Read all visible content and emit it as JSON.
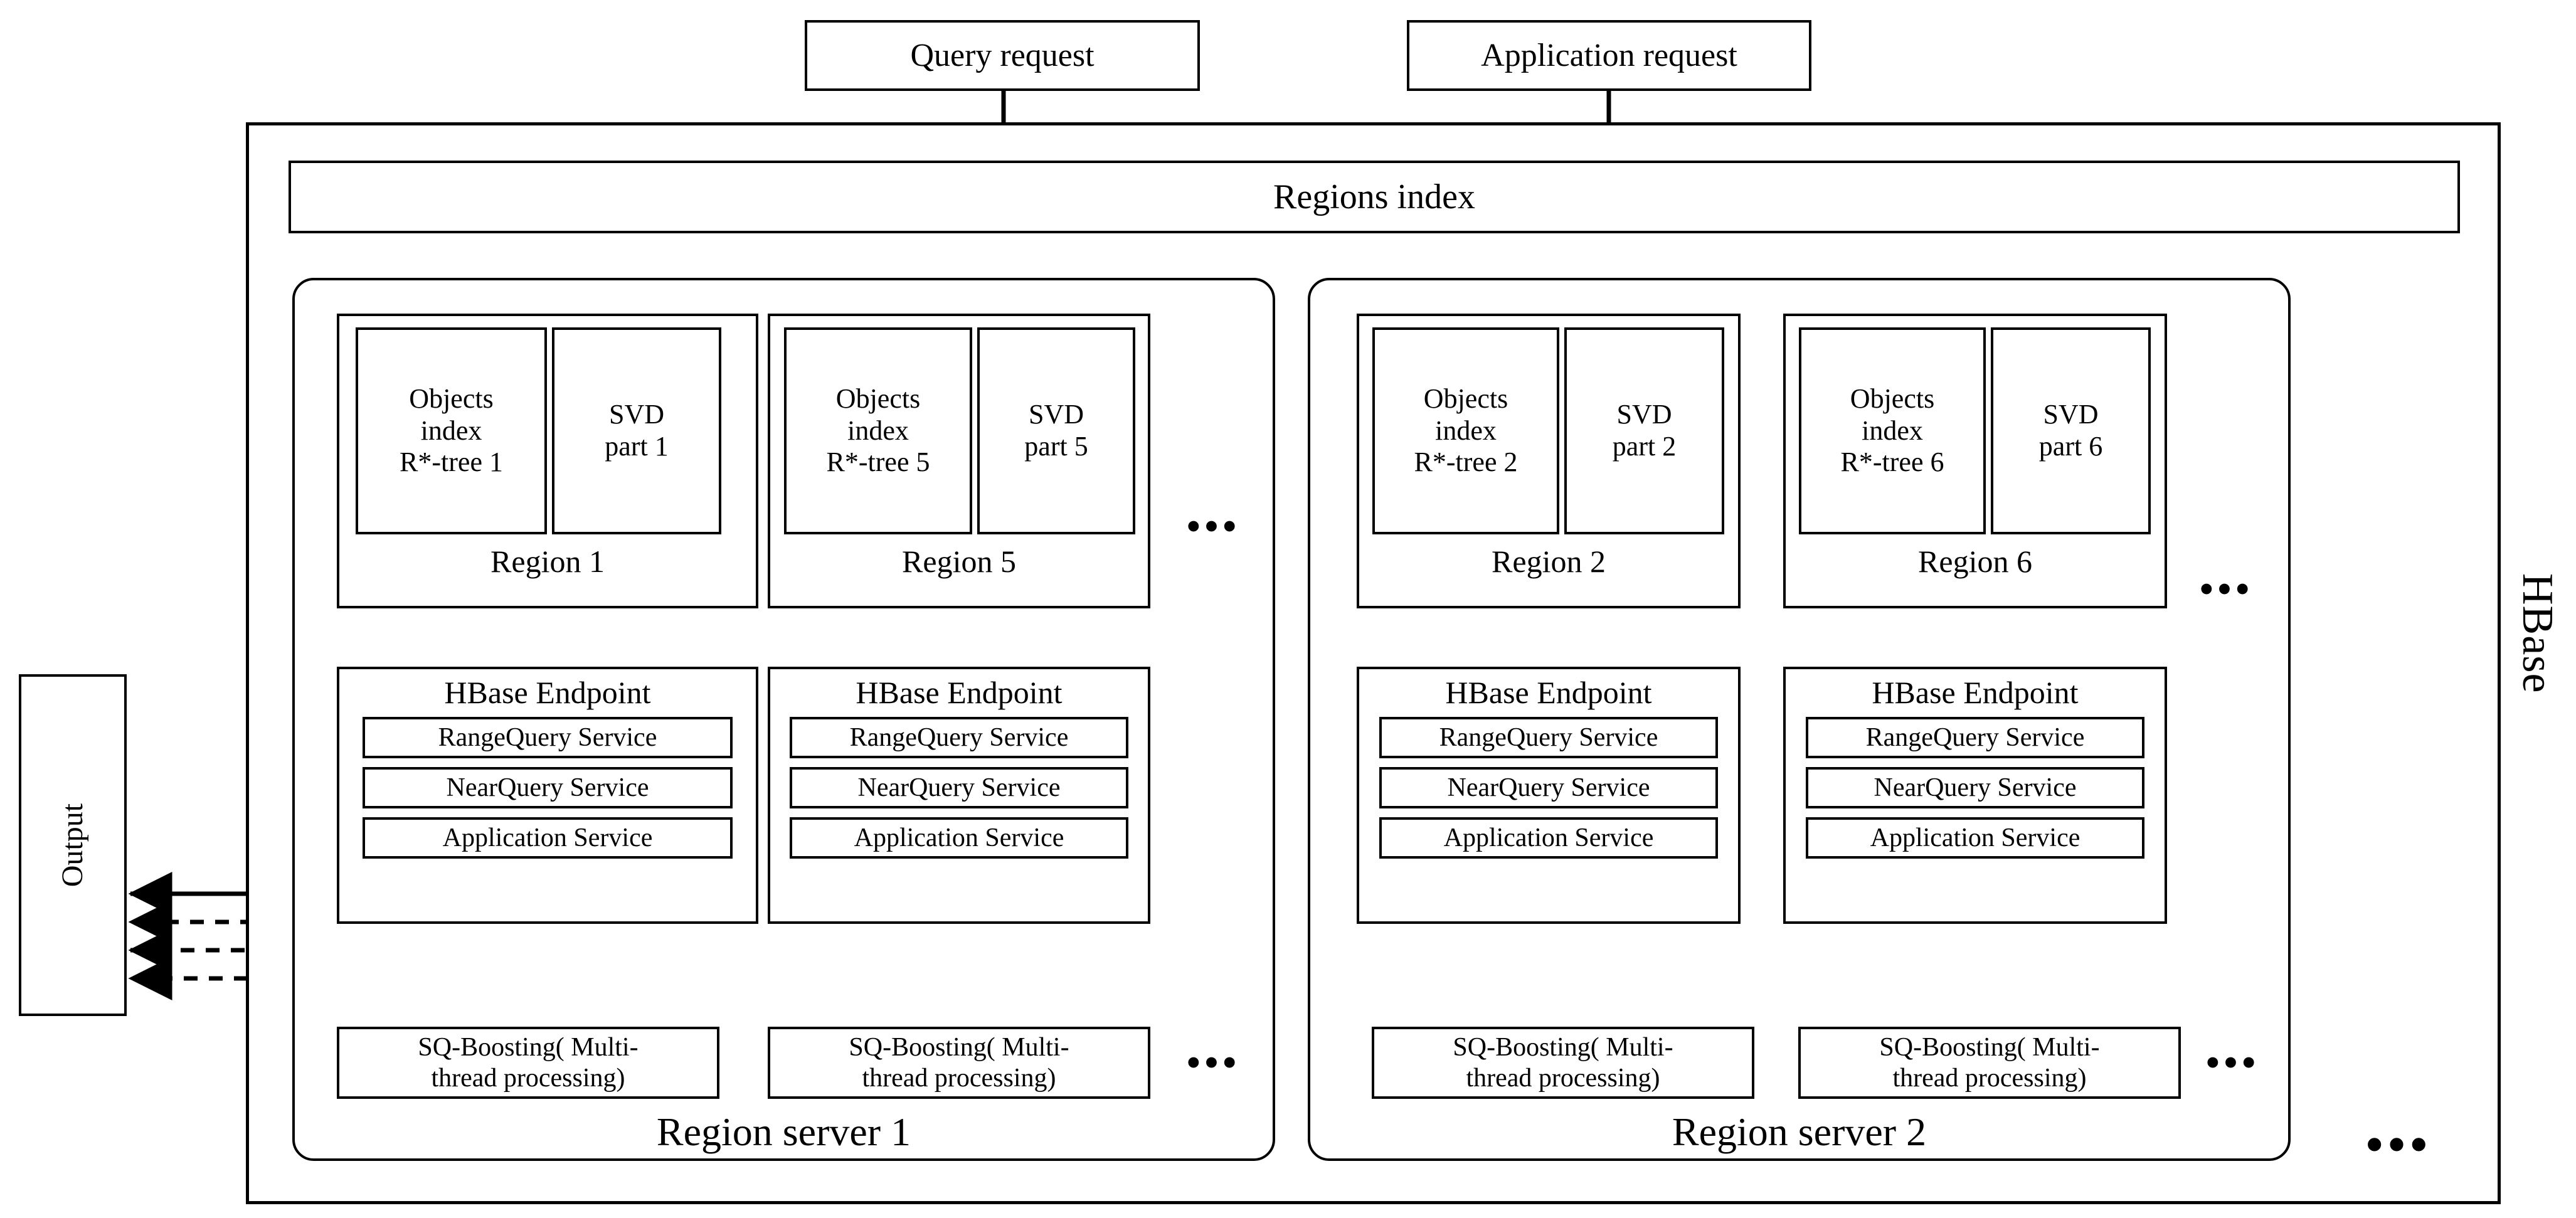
{
  "diagram": {
    "system_label": "HBase",
    "output_label": "Output",
    "ellipsis": "•••",
    "requests": [
      {
        "label": "Query request"
      },
      {
        "label": "Application request"
      }
    ],
    "regions_index": {
      "label": "Regions index"
    },
    "servers": [
      {
        "label": "Region server 1",
        "regions": [
          {
            "region_label": "Region 1",
            "objects_index": "Objects index R*-tree 1",
            "objects_index_lines": [
              "Objects",
              "index",
              "R*-tree 1"
            ],
            "svd": "SVD part 1",
            "svd_lines": [
              "SVD",
              "part 1"
            ],
            "endpoint": {
              "title": "HBase Endpoint",
              "services": [
                "RangeQuery Service",
                "NearQuery Service",
                "Application Service"
              ]
            },
            "booster": "SQ-Boosting( Multi-thread processing)",
            "booster_lines": [
              "SQ-Boosting( Multi-",
              "thread processing)"
            ]
          },
          {
            "region_label": "Region 5",
            "objects_index": "Objects index R*-tree 5",
            "objects_index_lines": [
              "Objects",
              "index",
              "R*-tree 5"
            ],
            "svd": "SVD part 5",
            "svd_lines": [
              "SVD",
              "part 5"
            ],
            "endpoint": {
              "title": "HBase Endpoint",
              "services": [
                "RangeQuery Service",
                "NearQuery Service",
                "Application Service"
              ]
            },
            "booster": "SQ-Boosting( Multi-thread processing)",
            "booster_lines": [
              "SQ-Boosting( Multi-",
              "thread processing)"
            ]
          }
        ]
      },
      {
        "label": "Region server 2",
        "regions": [
          {
            "region_label": "Region 2",
            "objects_index": "Objects index R*-tree 2",
            "objects_index_lines": [
              "Objects",
              "index",
              "R*-tree 2"
            ],
            "svd": "SVD part 2",
            "svd_lines": [
              "SVD",
              "part 2"
            ],
            "endpoint": {
              "title": "HBase Endpoint",
              "services": [
                "RangeQuery Service",
                "NearQuery Service",
                "Application Service"
              ]
            },
            "booster": "SQ-Boosting( Multi-thread processing)",
            "booster_lines": [
              "SQ-Boosting( Multi-",
              "thread processing)"
            ]
          },
          {
            "region_label": "Region 6",
            "objects_index": "Objects index R*-tree 6",
            "objects_index_lines": [
              "Objects",
              "index",
              "R*-tree 6"
            ],
            "svd": "SVD part 6",
            "svd_lines": [
              "SVD",
              "part 6"
            ],
            "endpoint": {
              "title": "HBase Endpoint",
              "services": [
                "RangeQuery Service",
                "NearQuery Service",
                "Application Service"
              ]
            },
            "booster": "SQ-Boosting( Multi-thread processing)",
            "booster_lines": [
              "SQ-Boosting( Multi-",
              "thread processing)"
            ]
          }
        ]
      }
    ],
    "colors": {
      "line": "#000000",
      "background": "#ffffff"
    }
  }
}
